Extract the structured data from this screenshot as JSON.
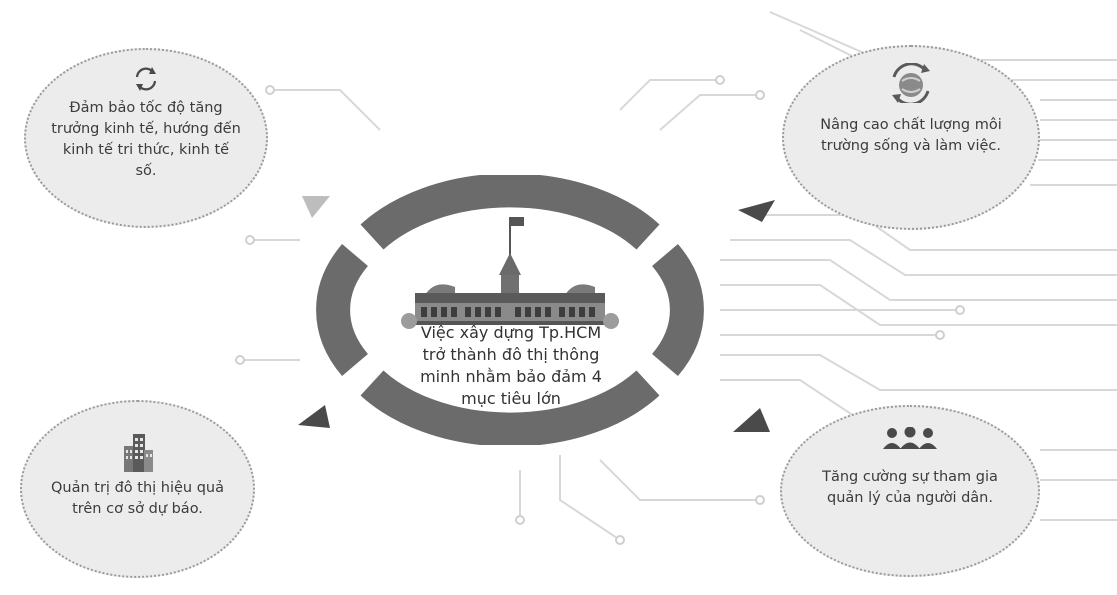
{
  "center": {
    "label_lines": [
      "Việc xây dựng Tp.HCM",
      "trở thành đô thị thông",
      "minh nhằm bảo đảm 4",
      "mục tiêu lớn"
    ]
  },
  "goals": [
    {
      "icon": "refresh-cycle-icon",
      "text": "Đảm bảo tốc độ tăng trưởng kinh tế, hướng đến kinh tế tri thức, kinh tế số."
    },
    {
      "icon": "globe-arrows-icon",
      "text": "Nâng cao chất lượng môi trường sống và làm việc."
    },
    {
      "icon": "city-buildings-icon",
      "text": "Quản trị đô thị hiệu quả trên cơ sở dự báo."
    },
    {
      "icon": "people-group-icon",
      "text": "Tăng cường sự tham gia quản lý của người dân."
    }
  ],
  "colors": {
    "ring": "#6b6b6b",
    "circle_fill": "#ececec",
    "circuit_lines": "#d6d6d6",
    "text": "#3a3a3a"
  }
}
